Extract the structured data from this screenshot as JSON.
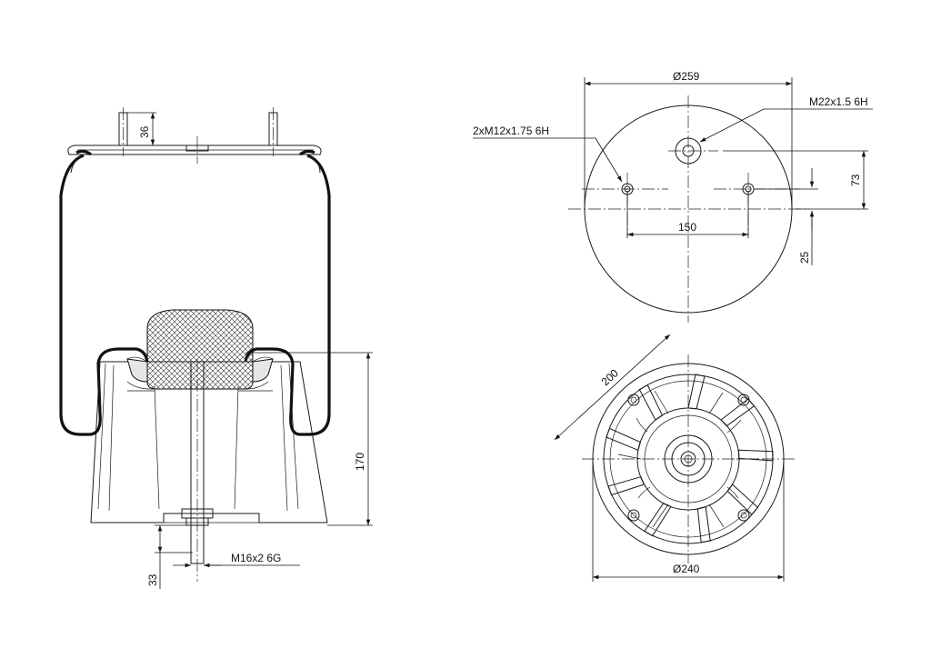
{
  "side_view": {
    "dim_height_top": "36",
    "dim_height_piston": "170",
    "dim_stud_length": "33",
    "dim_stud_thread": "M16x2  6G"
  },
  "top_view": {
    "dim_diameter": "Ø259",
    "dim_center_thread": "M22x1.5 6H",
    "dim_side_threads": "2xM12x1.75 6H",
    "dim_hole_spacing": "150",
    "dim_offset_upper": "73",
    "dim_offset_lower": "25"
  },
  "bottom_view": {
    "dim_diagonal": "200",
    "dim_diameter": "Ø240"
  }
}
